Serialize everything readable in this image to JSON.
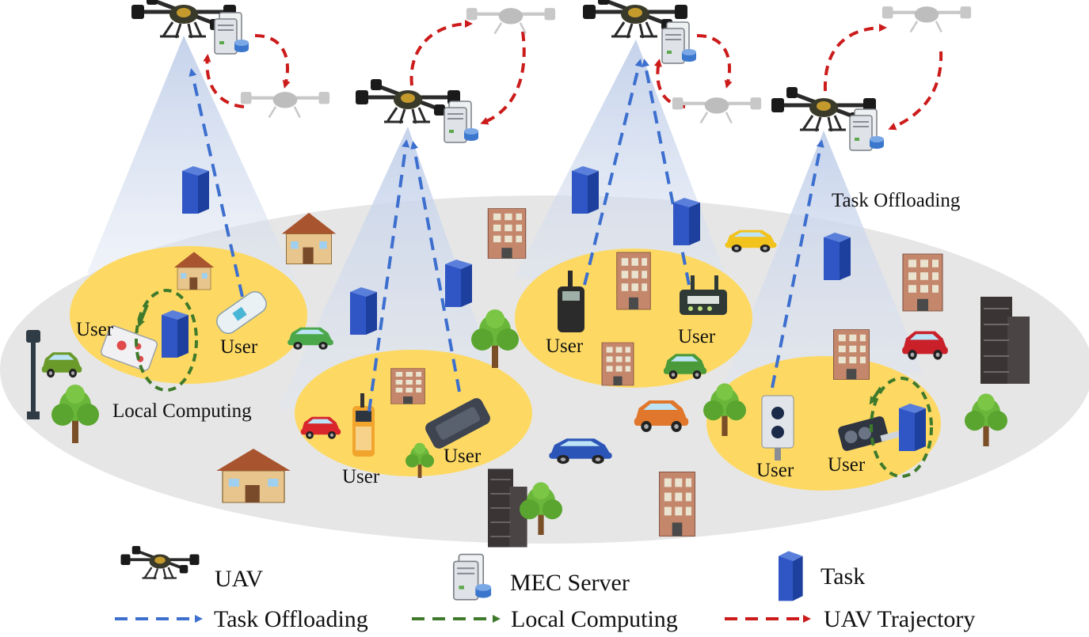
{
  "labels": {
    "user": "User",
    "local_computing": "Local Computing",
    "task_offloading": "Task Offloading"
  },
  "legend": {
    "uav": "UAV",
    "mec_server": "MEC Server",
    "task": "Task",
    "task_offloading": "Task Offloading",
    "local_computing": "Local Computing",
    "uav_trajectory": "UAV Trajectory"
  },
  "colors": {
    "offloading_arrow": "#3d6fcf",
    "local_arrow": "#3f7a2c",
    "trajectory_arrow": "#cc1b1b",
    "task_block": "#2f56c4",
    "user_area": "#fdd963",
    "ground": "#e6e6e6",
    "beam": "#c9d6ec"
  }
}
